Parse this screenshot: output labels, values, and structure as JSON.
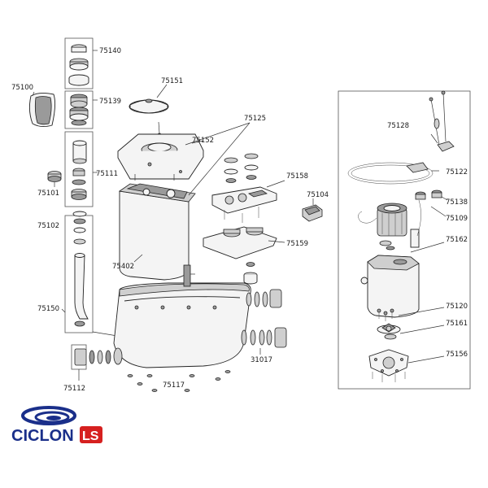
{
  "labels": {
    "p75140": "75140",
    "p75100": "75100",
    "p75139": "75139",
    "p75151": "75151",
    "p75125": "75125",
    "p75152": "75152",
    "p75111": "75111",
    "p75101": "75101",
    "p75158": "75158",
    "p75104": "75104",
    "p75102": "75102",
    "p75159": "75159",
    "p75402": "75402",
    "p75150": "75150",
    "p31017": "31017",
    "p75112": "75112",
    "p75117": "75117",
    "p75128": "75128",
    "p75122": "75122",
    "p75138": "75138",
    "p75109": "75109",
    "p75162": "75162",
    "p75120": "75120",
    "p75161": "75161",
    "p75156": "75156"
  },
  "brand": {
    "name_main": "CICLON",
    "name_suffix": "LS",
    "primary_color": "#1a2f8a",
    "accent_color": "#d6201f"
  }
}
